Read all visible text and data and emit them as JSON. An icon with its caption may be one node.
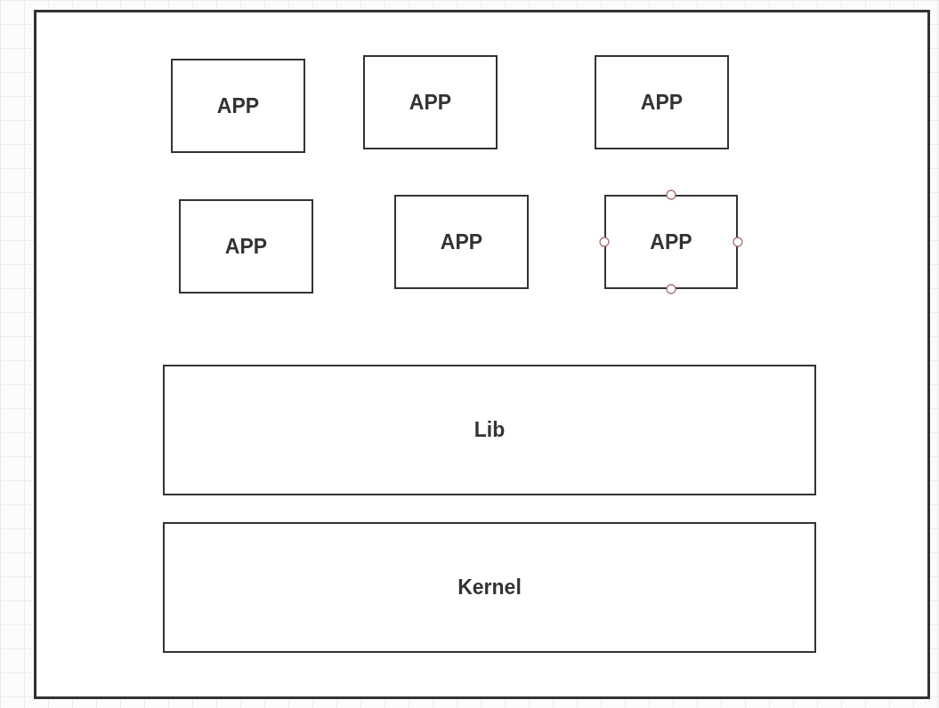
{
  "diagram": {
    "nodes": [
      {
        "text": [],
        "shape": "box"
      },
      {
        "text": [
          "APP"
        ],
        "in": 0
      },
      {
        "text": [
          "APP"
        ],
        "in": 0
      },
      {
        "text": [
          "APP"
        ],
        "in": 0
      },
      {
        "text": [
          "APP"
        ],
        "in": 0
      },
      {
        "text": [
          "APP"
        ],
        "in": 0
      },
      {
        "text": [
          "APP"
        ],
        "in": 0
      },
      {
        "text": [
          "Lib"
        ],
        "in": 0
      },
      {
        "text": [
          "Kernel"
        ],
        "in": 0
      }
    ]
  }
}
